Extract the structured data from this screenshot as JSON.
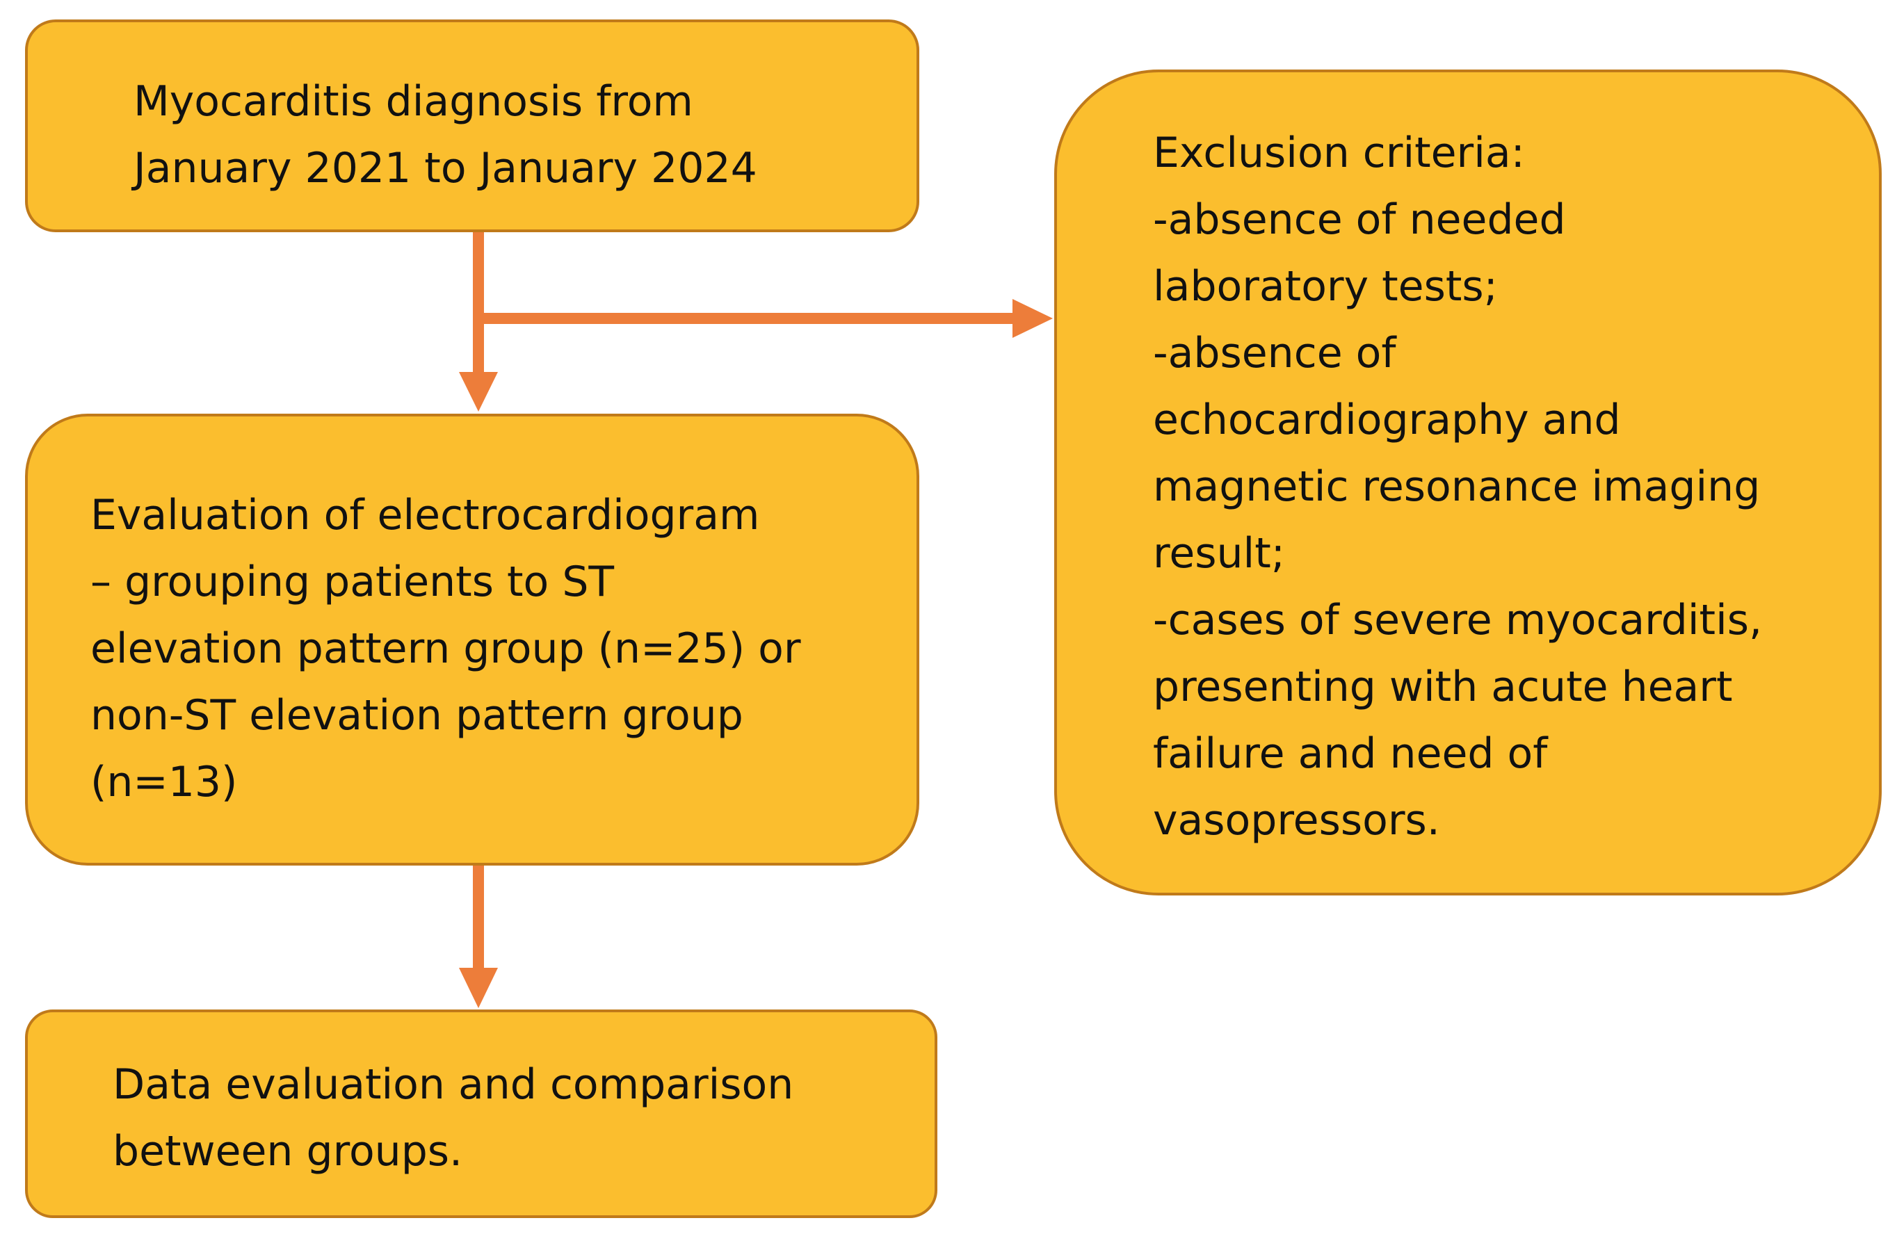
{
  "colors": {
    "box_fill": "#FBBE2E",
    "box_border": "#C07A1A",
    "arrow": "#ED7D3A"
  },
  "nodes": {
    "diagnosis": {
      "lines": [
        "Myocarditis diagnosis from",
        "January 2021 to January 2024"
      ]
    },
    "evaluation": {
      "lines": [
        "Evaluation of electrocardiogram",
        "– grouping patients to ST",
        "elevation pattern group (n=25) or",
        "non-ST elevation pattern group",
        "(n=13)"
      ]
    },
    "comparison": {
      "lines": [
        "Data evaluation and comparison",
        "between groups."
      ]
    },
    "exclusion": {
      "lines": [
        "Exclusion criteria:",
        "-absence of needed",
        "laboratory tests;",
        "-absence of",
        "echocardiography and",
        "magnetic resonance imaging",
        "result;",
        "-cases of severe myocarditis,",
        "presenting with acute heart",
        "failure and need of",
        "vasopressors."
      ]
    }
  }
}
